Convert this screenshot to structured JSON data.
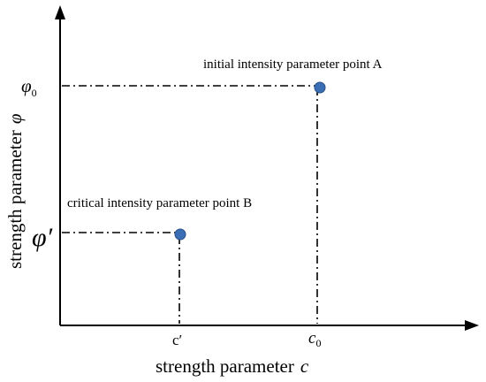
{
  "axes": {
    "x_label": "strength parameter",
    "x_symbol": "c",
    "y_label": "strength parameter",
    "y_symbol": "φ"
  },
  "points": [
    {
      "id": "A",
      "label": "initial intensity parameter point A",
      "x_tick_symbol": "c",
      "x_tick_sub": "0",
      "y_tick_symbol": "φ",
      "y_tick_sub": "0"
    },
    {
      "id": "B",
      "label": "critical intensity parameter point B",
      "x_tick_symbol": "c′",
      "y_tick_symbol": "φ′"
    }
  ],
  "colors": {
    "axis": "#000000",
    "point_fill": "#3a6fb5",
    "point_stroke": "#2a4f86"
  },
  "icons": {
    "x_axis_end": "arrowhead-icon",
    "y_axis_end": "arrowhead-icon"
  }
}
